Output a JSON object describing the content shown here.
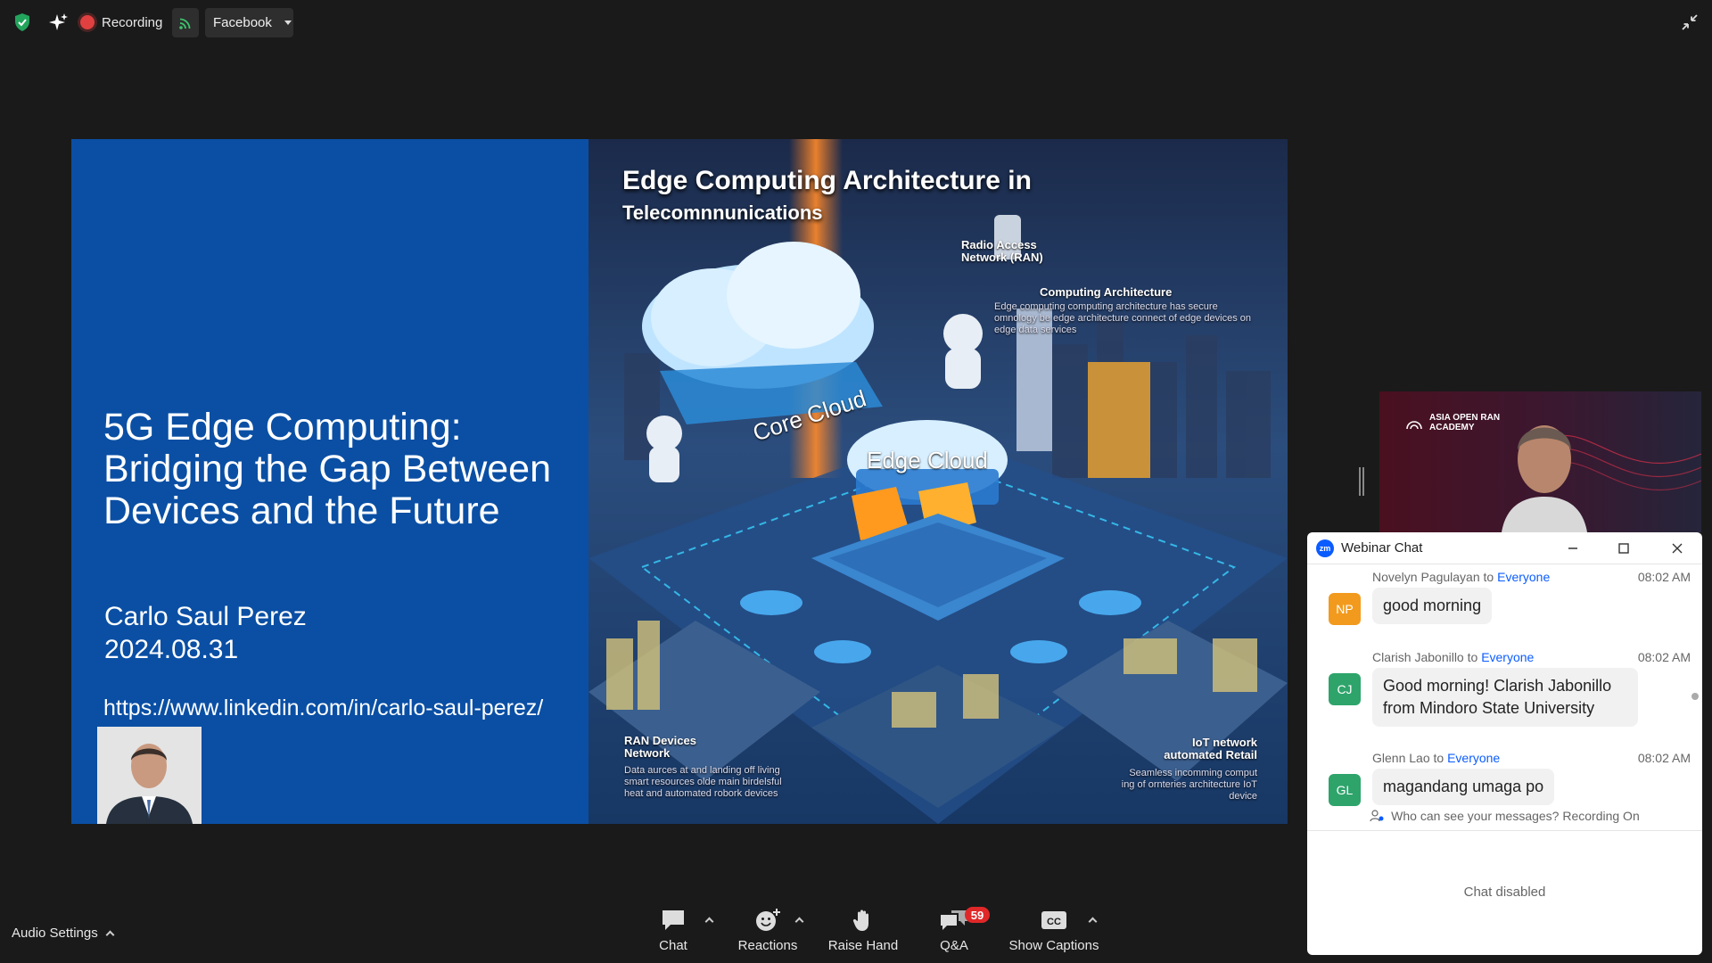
{
  "topbar": {
    "recording_label": "Recording",
    "stream_target": "Facebook"
  },
  "slide": {
    "title": "5G Edge Computing: Bridging the Gap Between Devices and the Future",
    "author": "Carlo Saul Perez",
    "date": "2024.08.31",
    "link": "https://www.linkedin.com/in/carlo-saul-perez/",
    "art": {
      "title": "Edge Computing Architecture in",
      "subtitle": "Telecomnnunications",
      "ran_label": "Radio Access Network (RAN)",
      "computing_label": "Computing Architecture",
      "computing_desc": "Edge computing computing architecture has secure omnology be edge architecture connect of edge devices on edge data services",
      "core_cloud": "Core Cloud",
      "edge_cloud": "Edge Cloud",
      "ran_devices_label": "RAN Devices Network",
      "ran_devices_desc": "Data aurces at and landing off living smart resources olde main birdelsful heat and automated robork devices",
      "iot_label": "IoT network automated Retail",
      "iot_desc": "Seamless incomming comput ing of ornteries architecture IoT device"
    }
  },
  "video": {
    "logo_line1": "ASIA OPEN RAN",
    "logo_line2": "ACADEMY"
  },
  "chat": {
    "title": "Webinar Chat",
    "messages": [
      {
        "sender": "Novelyn Pagulayan",
        "to_word": "to",
        "recipient": "Everyone",
        "time": "08:02 AM",
        "initials": "NP",
        "color": "#f29a1d",
        "text": "good morning"
      },
      {
        "sender": "Clarish Jabonillo",
        "to_word": "to",
        "recipient": "Everyone",
        "time": "08:02 AM",
        "initials": "CJ",
        "color": "#2ea46b",
        "text": "Good morning! Clarish Jabonillo from Mindoro State University"
      },
      {
        "sender": "Glenn Lao",
        "to_word": "to",
        "recipient": "Everyone",
        "time": "08:02 AM",
        "initials": "GL",
        "color": "#2ea46b",
        "text": "magandang umaga po"
      }
    ],
    "who_can_see": "Who can see your messages? Recording On",
    "disabled_text": "Chat disabled"
  },
  "toolbar": {
    "audio_settings": "Audio Settings",
    "chat": "Chat",
    "reactions": "Reactions",
    "raise_hand": "Raise Hand",
    "qa": "Q&A",
    "qa_count": "59",
    "captions": "Show Captions"
  },
  "colors": {
    "accent": "#0b5cff",
    "slide_blue": "#0a4fa4",
    "badge_red": "#e02828",
    "bg": "#1a1a1a"
  }
}
